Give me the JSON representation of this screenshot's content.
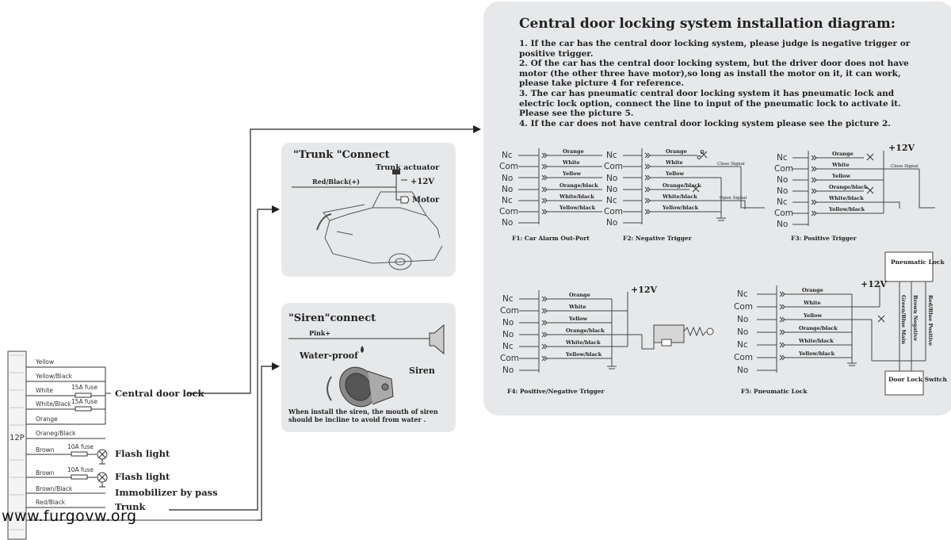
{
  "harness": {
    "connector_label": "12P",
    "wires": [
      "Yellow",
      "Yellow/Black",
      "White",
      "White/Black",
      "Orange",
      "Oraneg/Black",
      "Brown",
      "Brown",
      "Brown/Black",
      "Red/Black"
    ],
    "fuses": [
      "15A fuse",
      "15A fuse",
      "10A fuse",
      "10A fuse"
    ],
    "functions": [
      "Central door lock",
      "Flash light",
      "Flash light",
      "Immobilizer by pass",
      "Trunk"
    ]
  },
  "trunk": {
    "title": "\"Trunk \"Connect",
    "actuator": "Trunk actuator",
    "wire": "Red/Black(+)",
    "voltage": "+12V",
    "motor": "Motor"
  },
  "siren": {
    "title": "\"Siren\"connect",
    "wire": "Pink+",
    "waterproof": "Water-proof",
    "label": "Siren",
    "note": "When install the siren,  the mouth of siren should be incline to avoid from water ."
  },
  "panel": {
    "title": "Central door locking system installation diagram:",
    "instructions": [
      "1. If the car has the central door locking system, please judge is negative trigger or positive trigger.",
      "2. Of the car has the central door locking system, but the driver door does not have motor (the other three have motor),so long as install the motor on it, it can work, please take picture 4 for reference.",
      "3. The car has pneumatic central door locking system it has pneumatic lock and electric lock option, connect the line to input of the pneumatic lock to activate it. Please see the picture 5.",
      "4. If the car does not have central door locking system please see the picture 2."
    ],
    "terminals": [
      "Nc",
      "Com",
      "No",
      "No",
      "Nc",
      "Com",
      "No"
    ],
    "wires": [
      "Orange",
      "White",
      "Yellow",
      "Orange/black",
      "White/black",
      "Yellow/black"
    ],
    "plus12": "+12V",
    "close_signal": "Close Signal",
    "open_signal": "Open Signal",
    "captions": [
      "F1:  Car Alarm Out-Port",
      "F2:  Negative Trigger",
      "F3:  Positive Trigger",
      "F4:  Positive/Negative Trigger",
      "F5:  Pneumatic Lock"
    ],
    "pneumatic_lock": "Pneumatic Lock",
    "door_lock_switch": "Door Lock Switch",
    "f5_wires": [
      "Red/Blue  Positive",
      "Brown  Negative",
      "Green/Blue  Main"
    ]
  },
  "watermark": "www.furgovw.org"
}
